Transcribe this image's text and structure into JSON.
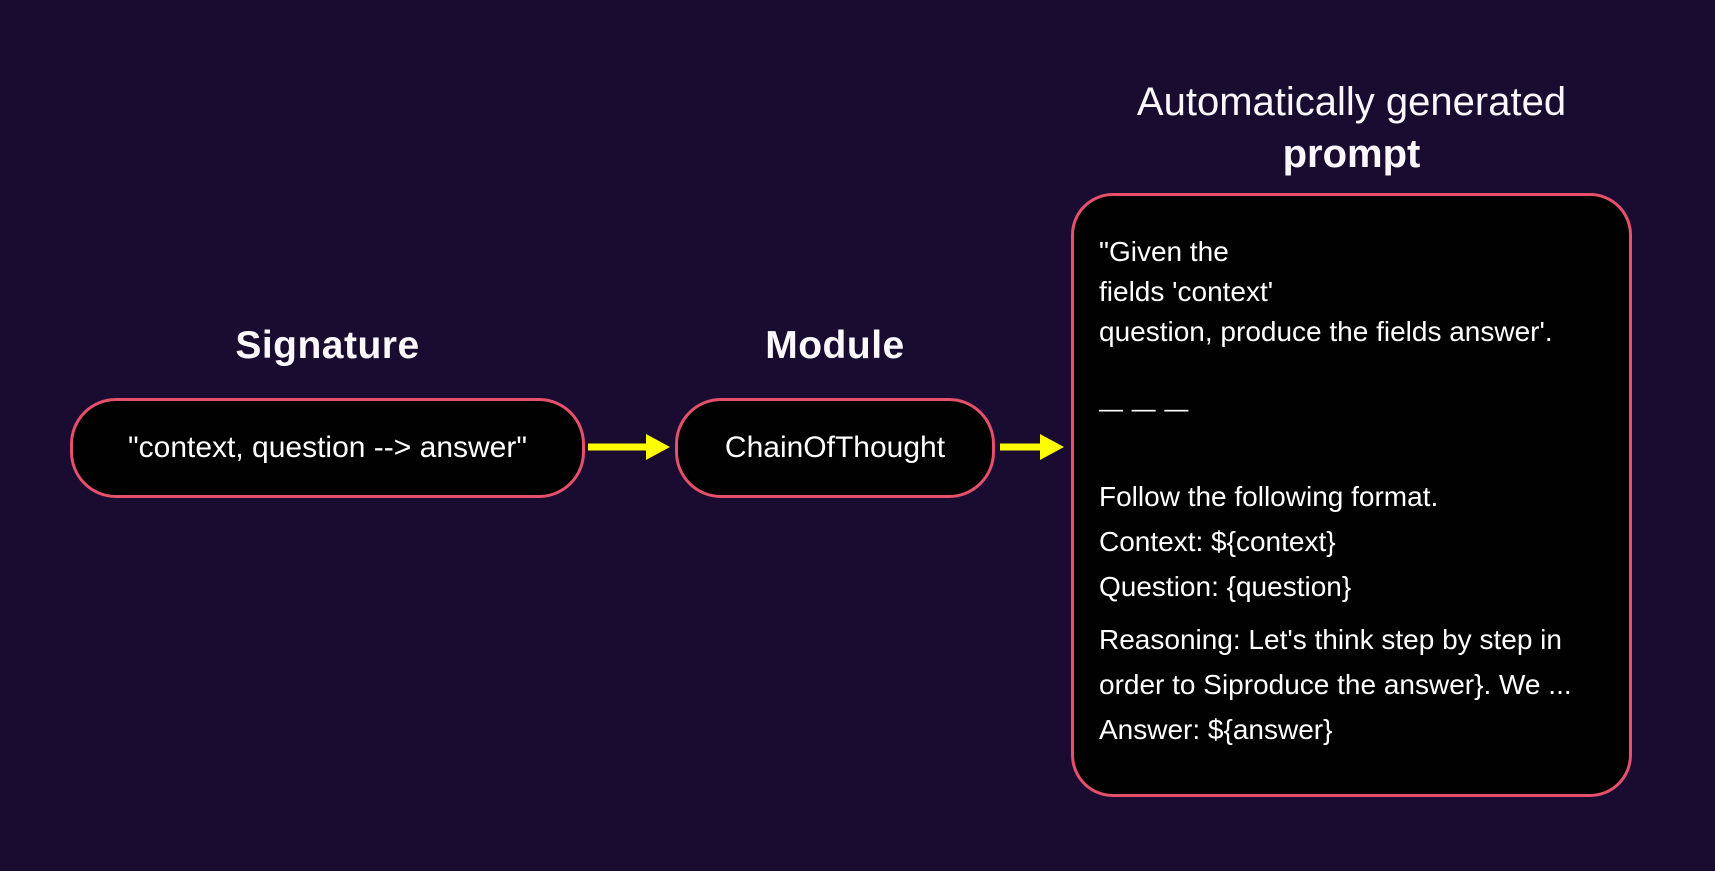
{
  "colors": {
    "background": "#1a0c31",
    "box_fill": "#010101",
    "box_border": "#e5506b",
    "arrow": "#fdfd00",
    "text": "#ffffff"
  },
  "signature": {
    "title": "Signature",
    "value": "\"context, question --> answer\""
  },
  "module": {
    "title": "Module",
    "value": "ChainOfThought"
  },
  "prompt": {
    "title_line1": "Automatically generated",
    "title_line2": "prompt",
    "lines": [
      "\"Given the",
      "fields 'context'",
      "question, produce the fields answer'.",
      "— — —",
      "Follow the following format.",
      "Context: ${context}",
      "Question: {question}",
      "Reasoning: Let's think step by step in",
      "order to Siproduce the answer}. We ...",
      "Answer: ${answer}"
    ]
  }
}
